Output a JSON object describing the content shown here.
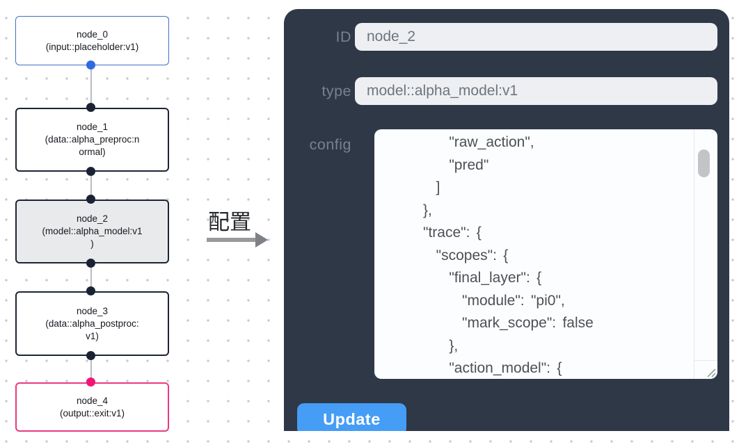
{
  "flow": {
    "nodes": [
      {
        "id": "node_0",
        "name": "node_0",
        "type": "input::placeholder:v1",
        "display": "node_0\n(input::placeholder:v1)",
        "role": "input",
        "selected": false
      },
      {
        "id": "node_1",
        "name": "node_1",
        "type": "data::alpha_preproc:normal",
        "display": "node_1\n(data::alpha_preproc:n\normal)",
        "role": "process",
        "selected": false
      },
      {
        "id": "node_2",
        "name": "node_2",
        "type": "model::alpha_model:v1",
        "display": "node_2\n(model::alpha_model:v1\n)",
        "role": "model",
        "selected": true
      },
      {
        "id": "node_3",
        "name": "node_3",
        "type": "data::alpha_postproc:v1",
        "display": "node_3\n(data::alpha_postproc:\nv1)",
        "role": "process",
        "selected": false
      },
      {
        "id": "node_4",
        "name": "node_4",
        "type": "output::exit:v1",
        "display": "node_4\n(output::exit:v1)",
        "role": "output",
        "selected": false
      }
    ]
  },
  "transfer": {
    "label": "配置"
  },
  "panel": {
    "fields": {
      "id": {
        "label": "ID",
        "value": "node_2"
      },
      "type": {
        "label": "type",
        "value": "model::alpha_model:v1"
      },
      "config": {
        "label": "config",
        "lines": [
          "          \"raw_action\",",
          "          \"pred\"",
          "        ]",
          "      },",
          "      \"trace\": {",
          "        \"scopes\": {",
          "          \"final_layer\": {",
          "            \"module\": \"pi0\",",
          "            \"mark_scope\": false",
          "          },",
          "          \"action_model\": {"
        ]
      }
    },
    "update_button": "Update"
  },
  "colors": {
    "panel_bg": "#2e3847",
    "panel_label": "#79818d",
    "input_bg": "#edeff3",
    "input_text": "#6e757e",
    "config_bg": "#fcfdfe",
    "config_text": "#4c5056",
    "button_bg": "#459df6",
    "button_text": "#ffffff",
    "node_border": "#1c2434",
    "node_selected_bg": "#e9eaec",
    "input_node_border": "#4170c8",
    "input_node_port": "#2e6be0",
    "output_node_border": "#e8397f",
    "output_node_port": "#f01677",
    "port_dark": "#1a2233",
    "edge": "#b9bcc2",
    "grid_dot": "#c7c9cc",
    "arrow": "#97999d",
    "transfer_text": "#26282c"
  }
}
